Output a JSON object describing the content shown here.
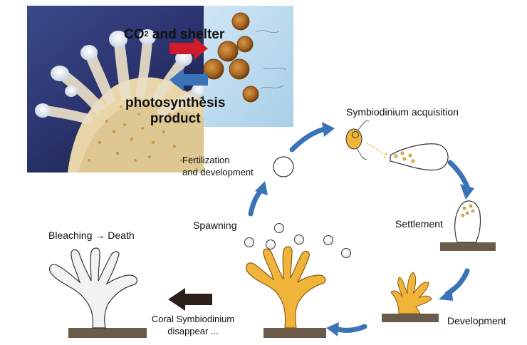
{
  "photo": {
    "exchange_up": "CO",
    "exchange_up_sub": "2",
    "exchange_up_rest": " and shelter",
    "exchange_down_line1": "photosynthesis",
    "exchange_down_line2": "product"
  },
  "cycle": {
    "acquisition": "Symbiodinium acquisition",
    "fertilization_line1": "Fertilization",
    "fertilization_line2": "and development",
    "spawning": "Spawning",
    "settlement": "Settlement",
    "development": "Development",
    "disappear_line1": "Coral Symbiodinium",
    "disappear_line2": "disappear ...",
    "bleaching": "Bleaching → Death"
  },
  "colors": {
    "coral": "#f0b43a",
    "coral_stroke": "#8a5a10",
    "bleached": "#f2f2f2",
    "arrow_blue": "#3a73b8",
    "arrow_red": "#d01c2a",
    "ground": "#6b5b4a",
    "arrow_dark": "#2a1f1a"
  }
}
